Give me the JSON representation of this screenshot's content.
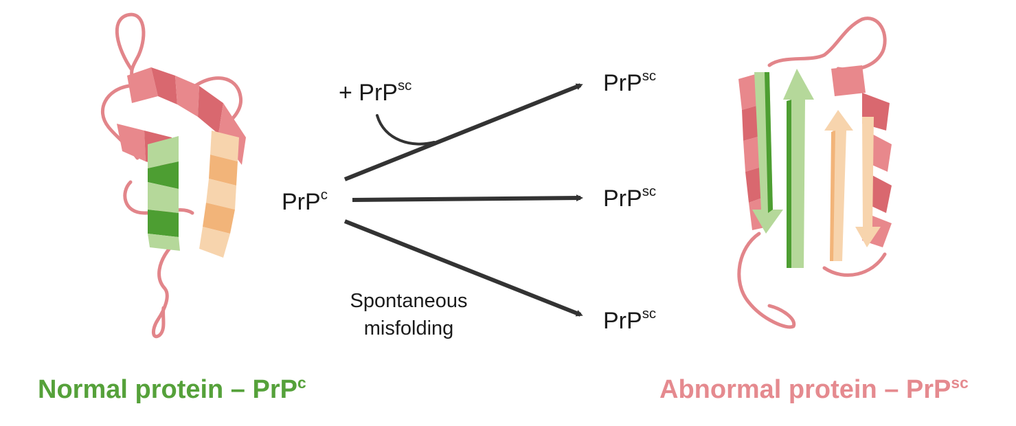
{
  "diagram": {
    "colors": {
      "loop": "#e2858a",
      "helix_pink": "#e8888c",
      "helix_pink_dark": "#d9686f",
      "helix_green_light": "#b5d89a",
      "helix_green_dark": "#4d9e32",
      "helix_orange": "#f7c896",
      "arrow": "#333333",
      "caption_normal": "#55a13a",
      "caption_abnormal": "#e58a8f"
    },
    "source_label": {
      "base": "PrP",
      "sup": "c"
    },
    "targets": [
      {
        "base": "PrP",
        "sup": "sc"
      },
      {
        "base": "PrP",
        "sup": "sc"
      },
      {
        "base": "PrP",
        "sup": "sc"
      }
    ],
    "cofactor_label": "+ PrP",
    "cofactor_sup": "sc",
    "spontaneous_line1": "Spontaneous",
    "spontaneous_line2": "misfolding",
    "caption_normal": {
      "base": "Normal protein – PrP",
      "sup": "c"
    },
    "caption_abnormal": {
      "base": "Abnormal protein – PrP",
      "sup": "sc"
    }
  }
}
